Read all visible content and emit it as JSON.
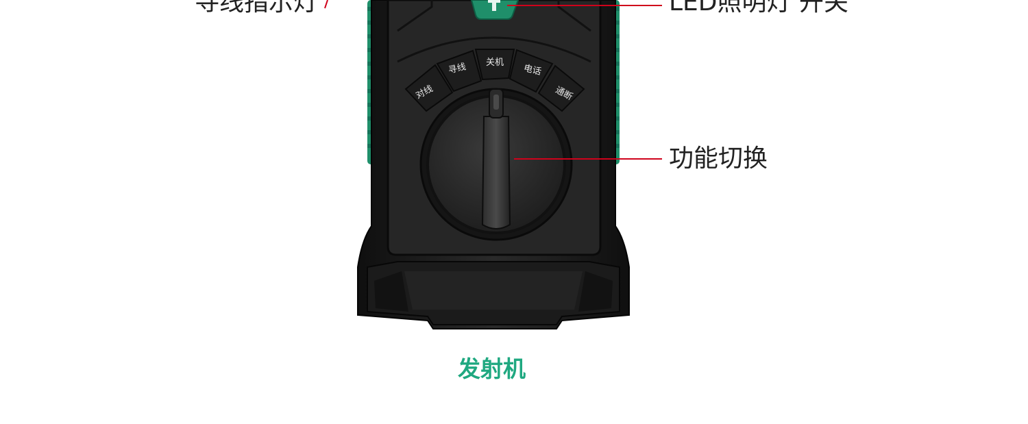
{
  "callouts": {
    "wire_indicator": "寻线指示灯",
    "led_switch": "LED照明灯 开关",
    "function_switch": "功能切换"
  },
  "dial_positions": [
    "对线",
    "寻线",
    "关机",
    "电话",
    "通断"
  ],
  "caption": "发射机",
  "colors": {
    "body": "#1c1c1c",
    "panel": "#2a2a2a",
    "accent_green": "#1f8f6a",
    "leader_line": "#d0021b",
    "caption": "#1fa880"
  }
}
